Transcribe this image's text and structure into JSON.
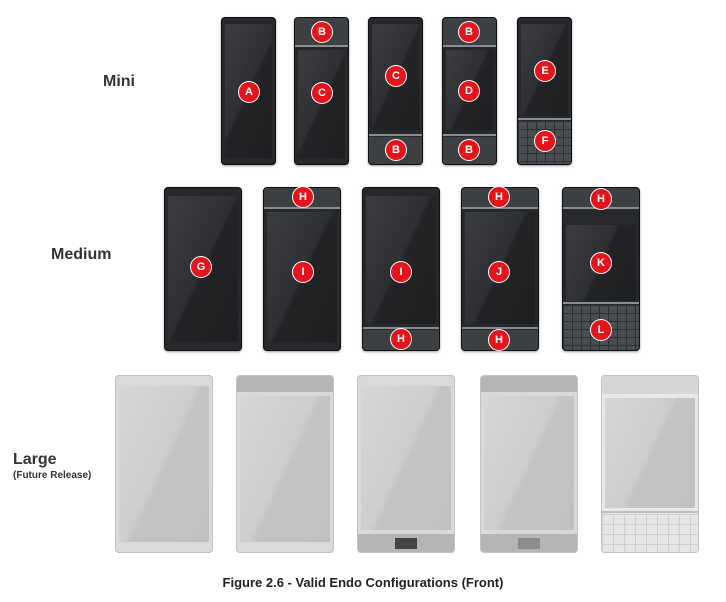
{
  "rows": {
    "mini": {
      "label": "Mini"
    },
    "medium": {
      "label": "Medium"
    },
    "large": {
      "label": "Large",
      "sublabel": "(Future Release)"
    }
  },
  "badges": {
    "A": "A",
    "B": "B",
    "C": "C",
    "D": "D",
    "E": "E",
    "F": "F",
    "G": "G",
    "H": "H",
    "I": "I",
    "J": "J",
    "K": "K",
    "L": "L"
  },
  "caption": "Figure 2.6 - Valid Endo Configurations (Front)",
  "colors": {
    "badge": "#e3141b",
    "dark_body": "#26282b",
    "light_body": "#d9d9d9"
  }
}
